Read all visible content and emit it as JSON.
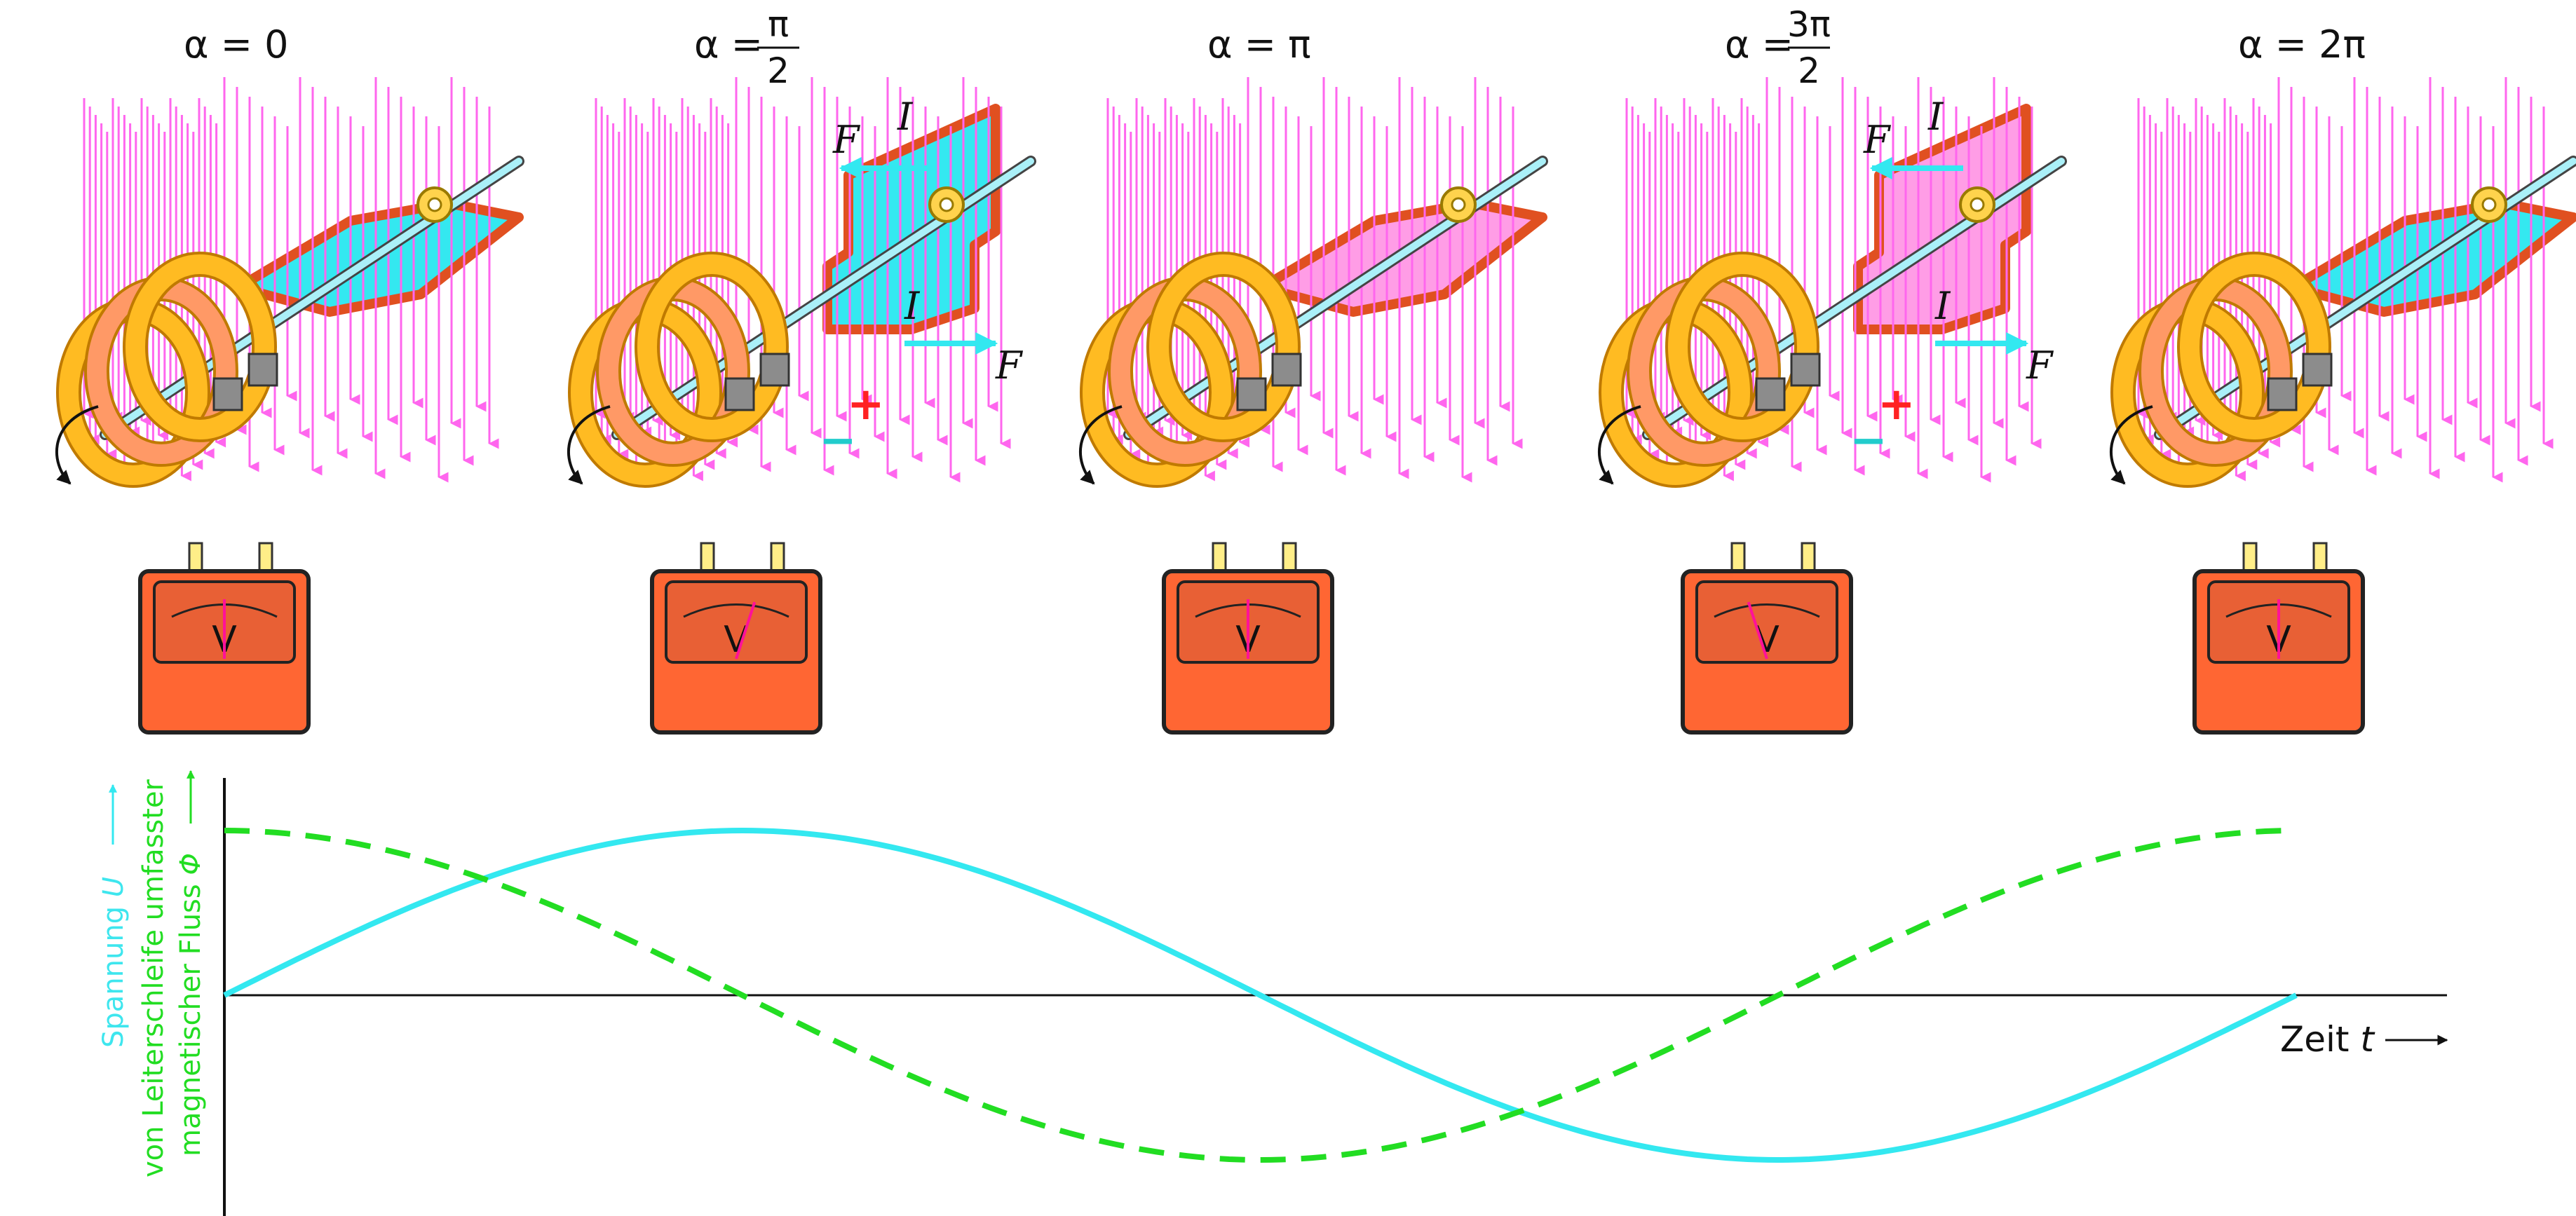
{
  "panels": [
    {
      "alpha": "α = 0",
      "frac": null,
      "state": "flat",
      "fill": "#34e8f0",
      "needle": 0,
      "F_top": "",
      "I_top": "",
      "F_bottom": "",
      "I_bottom": "",
      "plus": "",
      "minus": ""
    },
    {
      "alpha": "α =",
      "frac": {
        "num": "π",
        "den": "2"
      },
      "state": "up",
      "fill": "#34e8f0",
      "needle": 1,
      "F_top": "F",
      "I_top": "I",
      "F_bottom": "F",
      "I_bottom": "I",
      "plus": "+",
      "minus": "−"
    },
    {
      "alpha": "α = π",
      "frac": null,
      "state": "flat",
      "fill": "#ff9de6",
      "needle": 0,
      "F_top": "",
      "I_top": "",
      "F_bottom": "",
      "I_bottom": "",
      "plus": "",
      "minus": ""
    },
    {
      "alpha": "α =",
      "frac": {
        "num": "3π",
        "den": "2"
      },
      "state": "up",
      "fill": "#ff9de6",
      "needle": -1,
      "F_top": "F",
      "I_top": "I",
      "F_bottom": "F",
      "I_bottom": "I",
      "plus": "+",
      "minus": "−"
    },
    {
      "alpha": "α =  2π",
      "frac": null,
      "state": "flat",
      "fill": "#34e8f0",
      "needle": 0,
      "F_top": "",
      "I_top": "",
      "F_bottom": "",
      "I_bottom": "",
      "plus": "",
      "minus": ""
    }
  ],
  "meter_label": "V",
  "graph": {
    "u_label": "Spannung",
    "u_symbol": "U",
    "phi_line1": "von Leiterschleife umfasster",
    "phi_line2": "magnetischer Fluss",
    "phi_symbol": "Φ",
    "time_label": "Zeit",
    "time_symbol": "t"
  },
  "colors": {
    "field": "#ff66ee",
    "coil": "#ffbb22",
    "coil_inner": "#ff9966",
    "loop": "#e05020",
    "axle": "#aaf0f8",
    "meter": "#ff6633",
    "voltage": "#33e8f0",
    "flux": "#22dd22",
    "minus": "#22cccc",
    "plus": "#ff2222"
  },
  "chart_data": {
    "type": "line",
    "series": [
      {
        "name": "Spannung U",
        "curve": "sine",
        "amplitude": 1.0,
        "period": 1.0
      },
      {
        "name": "von Leiterschleife umfasster magnetischer Fluss Φ",
        "curve": "cosine",
        "amplitude": 1.0,
        "period": 1.0
      }
    ],
    "xlabel": "Zeit t",
    "ylim": [
      -1,
      1
    ]
  }
}
